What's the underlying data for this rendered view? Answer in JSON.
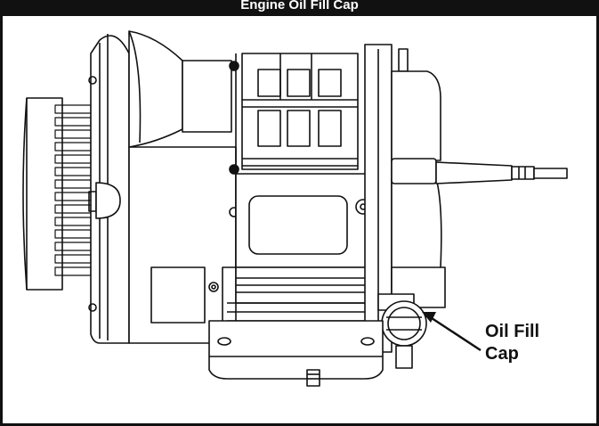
{
  "banner": {
    "text": "Engine Oil Fill Cap"
  },
  "callout": {
    "line1": "Oil Fill",
    "line2": "Cap"
  },
  "colors": {
    "ink": "#111111",
    "paper": "#ffffff"
  }
}
